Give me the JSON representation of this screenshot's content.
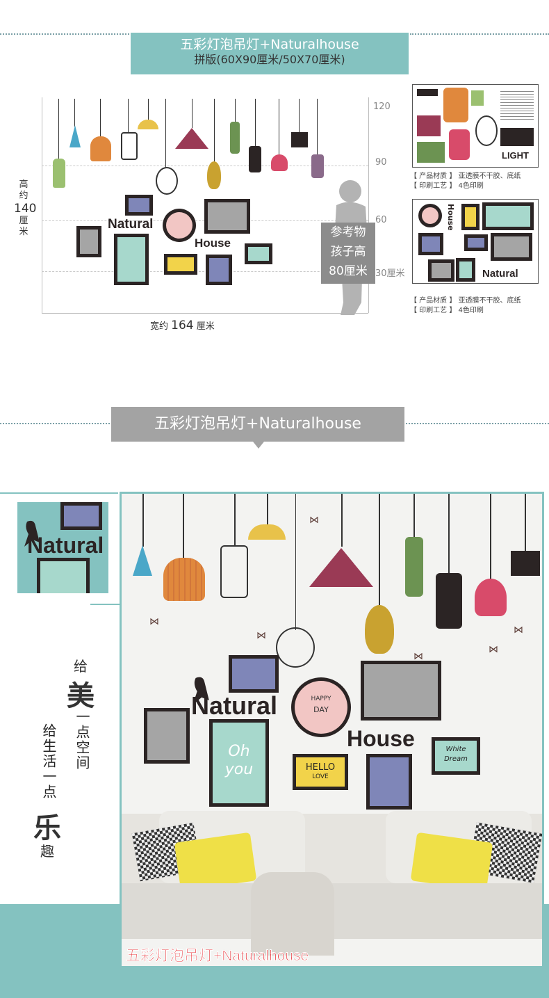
{
  "top_banner": {
    "title": "五彩灯泡吊灯+Naturalhouse",
    "subtitle": "拼版(60X90厘米/50X70厘米)"
  },
  "dimension_chart": {
    "height_label_top": "高约",
    "height_value": "140",
    "height_unit": "厘米",
    "width_label": "宽约",
    "width_value": "164",
    "width_unit": "厘米",
    "scale_ticks": [
      "120",
      "90",
      "60",
      "30厘米"
    ],
    "reference_lines": [
      "参考物",
      "孩子高",
      "80厘米"
    ]
  },
  "artwork_words": {
    "natural": "Natural",
    "house": "House",
    "happy": "HAPPY",
    "day": "DAY",
    "hello": "HELLO",
    "love": "LOVE",
    "white_dream_1": "White",
    "white_dream_2": "Dream",
    "light": "LIGHT",
    "oh_you": "Oh you"
  },
  "spec_sheets": [
    {
      "material": "【 产品材质 】 亚透膜不干胶、底纸",
      "print": "【 印刷工艺 】 4色印刷"
    },
    {
      "material": "【 产品材质 】 亚透膜不干胶、底纸",
      "print": "【 印刷工艺 】 4色印刷"
    }
  ],
  "second_banner": {
    "title": "五彩灯泡吊灯+Naturalhouse"
  },
  "slogan": {
    "col1_small_top": "给",
    "col1_big": "美",
    "col1_rest": "一点空间",
    "col2_top": "给生活一点",
    "col2_big": "乐",
    "col2_bottom": "趣"
  },
  "scene_caption": "五彩灯泡吊灯+Naturalhouse",
  "colors": {
    "teal": "#84c2c0",
    "gray_banner": "#a3a3a3",
    "frame": "#2b2424",
    "wall": "#f2f2f0",
    "caption_red": "#e8383d"
  }
}
